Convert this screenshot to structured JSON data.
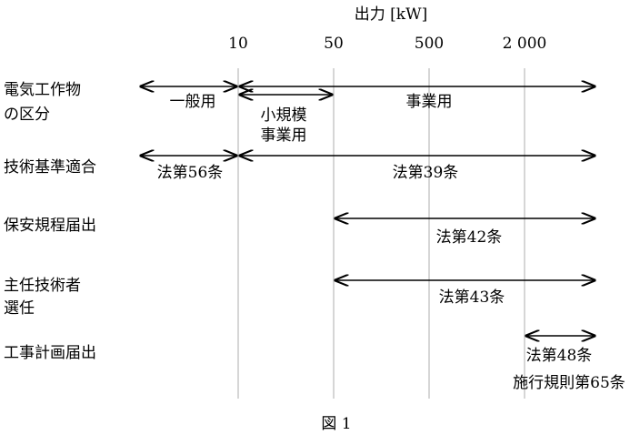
{
  "axis": {
    "title": "出力 [kW]",
    "ticks": [
      "10",
      "50",
      "500",
      "2 000"
    ]
  },
  "rows": [
    {
      "label_lines": [
        "電気工作物",
        "の区分"
      ],
      "segments": [
        "一般用",
        "事業用"
      ],
      "sub_segment_lines": [
        "小規模",
        "事業用"
      ]
    },
    {
      "label_lines": [
        "技術基準適合"
      ],
      "segments": [
        "法第56条",
        "法第39条"
      ]
    },
    {
      "label_lines": [
        "保安規程届出"
      ],
      "segments": [
        "法第42条"
      ]
    },
    {
      "label_lines": [
        "主任技術者",
        "選任"
      ],
      "segments": [
        "法第43条"
      ]
    },
    {
      "label_lines": [
        "工事計画届出"
      ],
      "segments": [
        "法第48条",
        "施行規則第65条"
      ]
    }
  ],
  "caption": "図 1"
}
